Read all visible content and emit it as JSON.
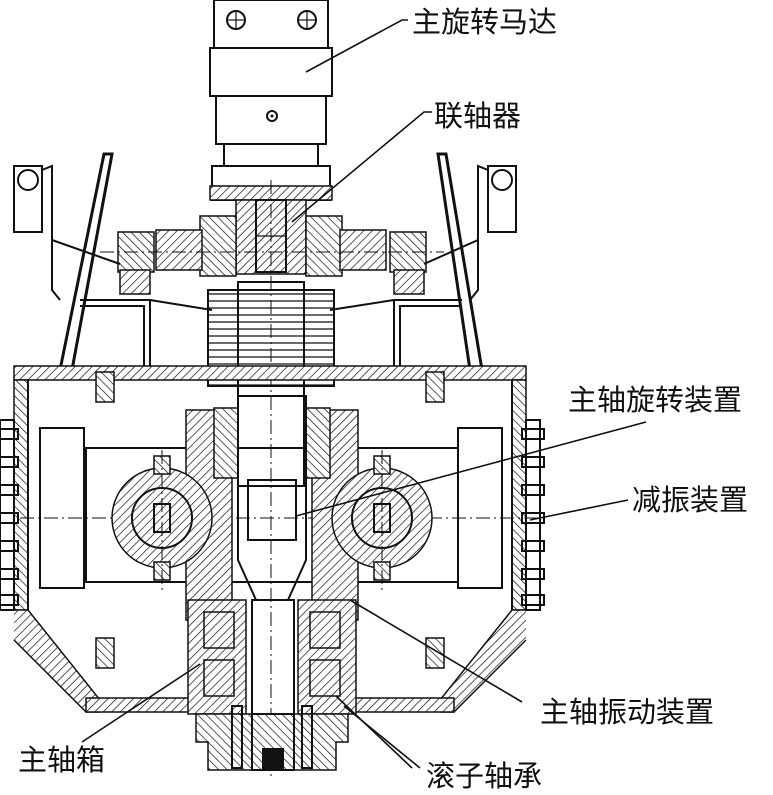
{
  "labels": {
    "motor": "主旋转马达",
    "coupling": "联轴器",
    "spindle_rotation": "主轴旋转装置",
    "damping": "减振装置",
    "spindle_vibration": "主轴振动装置",
    "spindle_box": "主轴箱",
    "roller_bearing": "滚子轴承"
  },
  "colors": {
    "ink": "#111111",
    "paper": "#ffffff"
  }
}
